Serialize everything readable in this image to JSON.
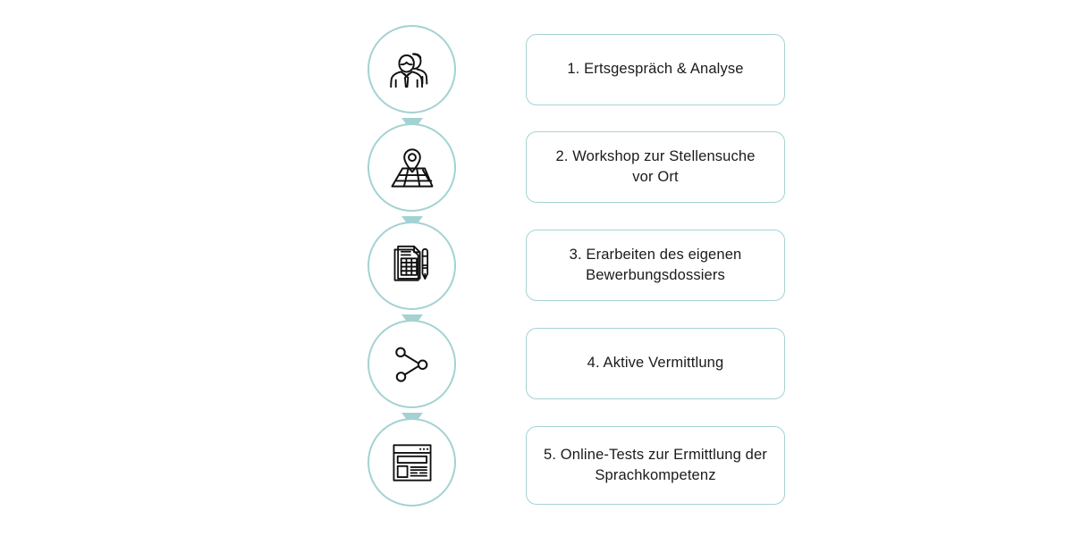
{
  "diagram": {
    "title": "Bewerbungsprozess Ablauf",
    "orientation": "vertical",
    "accent_color": "#a4d2d3",
    "text_color": "#1b1b1b",
    "background_color": "#ffffff",
    "connector_shape": "down-triangle",
    "steps": [
      {
        "number": "1.",
        "label": "1. Ertsgespräch & Analyse",
        "icon": "two-people-icon",
        "icon_name": "two-people-icon"
      },
      {
        "number": "2.",
        "label": "2. Workshop zur Stellensuche\nvor Ort",
        "icon": "map-pin-icon",
        "icon_name": "map-pin-icon"
      },
      {
        "number": "3.",
        "label": "3. Erarbeiten des eigenen\nBewerbungsdossiers",
        "icon": "document-pen-icon",
        "icon_name": "document-pen-icon"
      },
      {
        "number": "4.",
        "label": "4. Aktive Vermittlung",
        "icon": "network-nodes-icon",
        "icon_name": "network-nodes-icon"
      },
      {
        "number": "5.",
        "label": "5. Online-Tests zur Ermittlung der\nSprachkompetenz",
        "icon": "browser-window-icon",
        "icon_name": "browser-window-icon"
      }
    ]
  }
}
